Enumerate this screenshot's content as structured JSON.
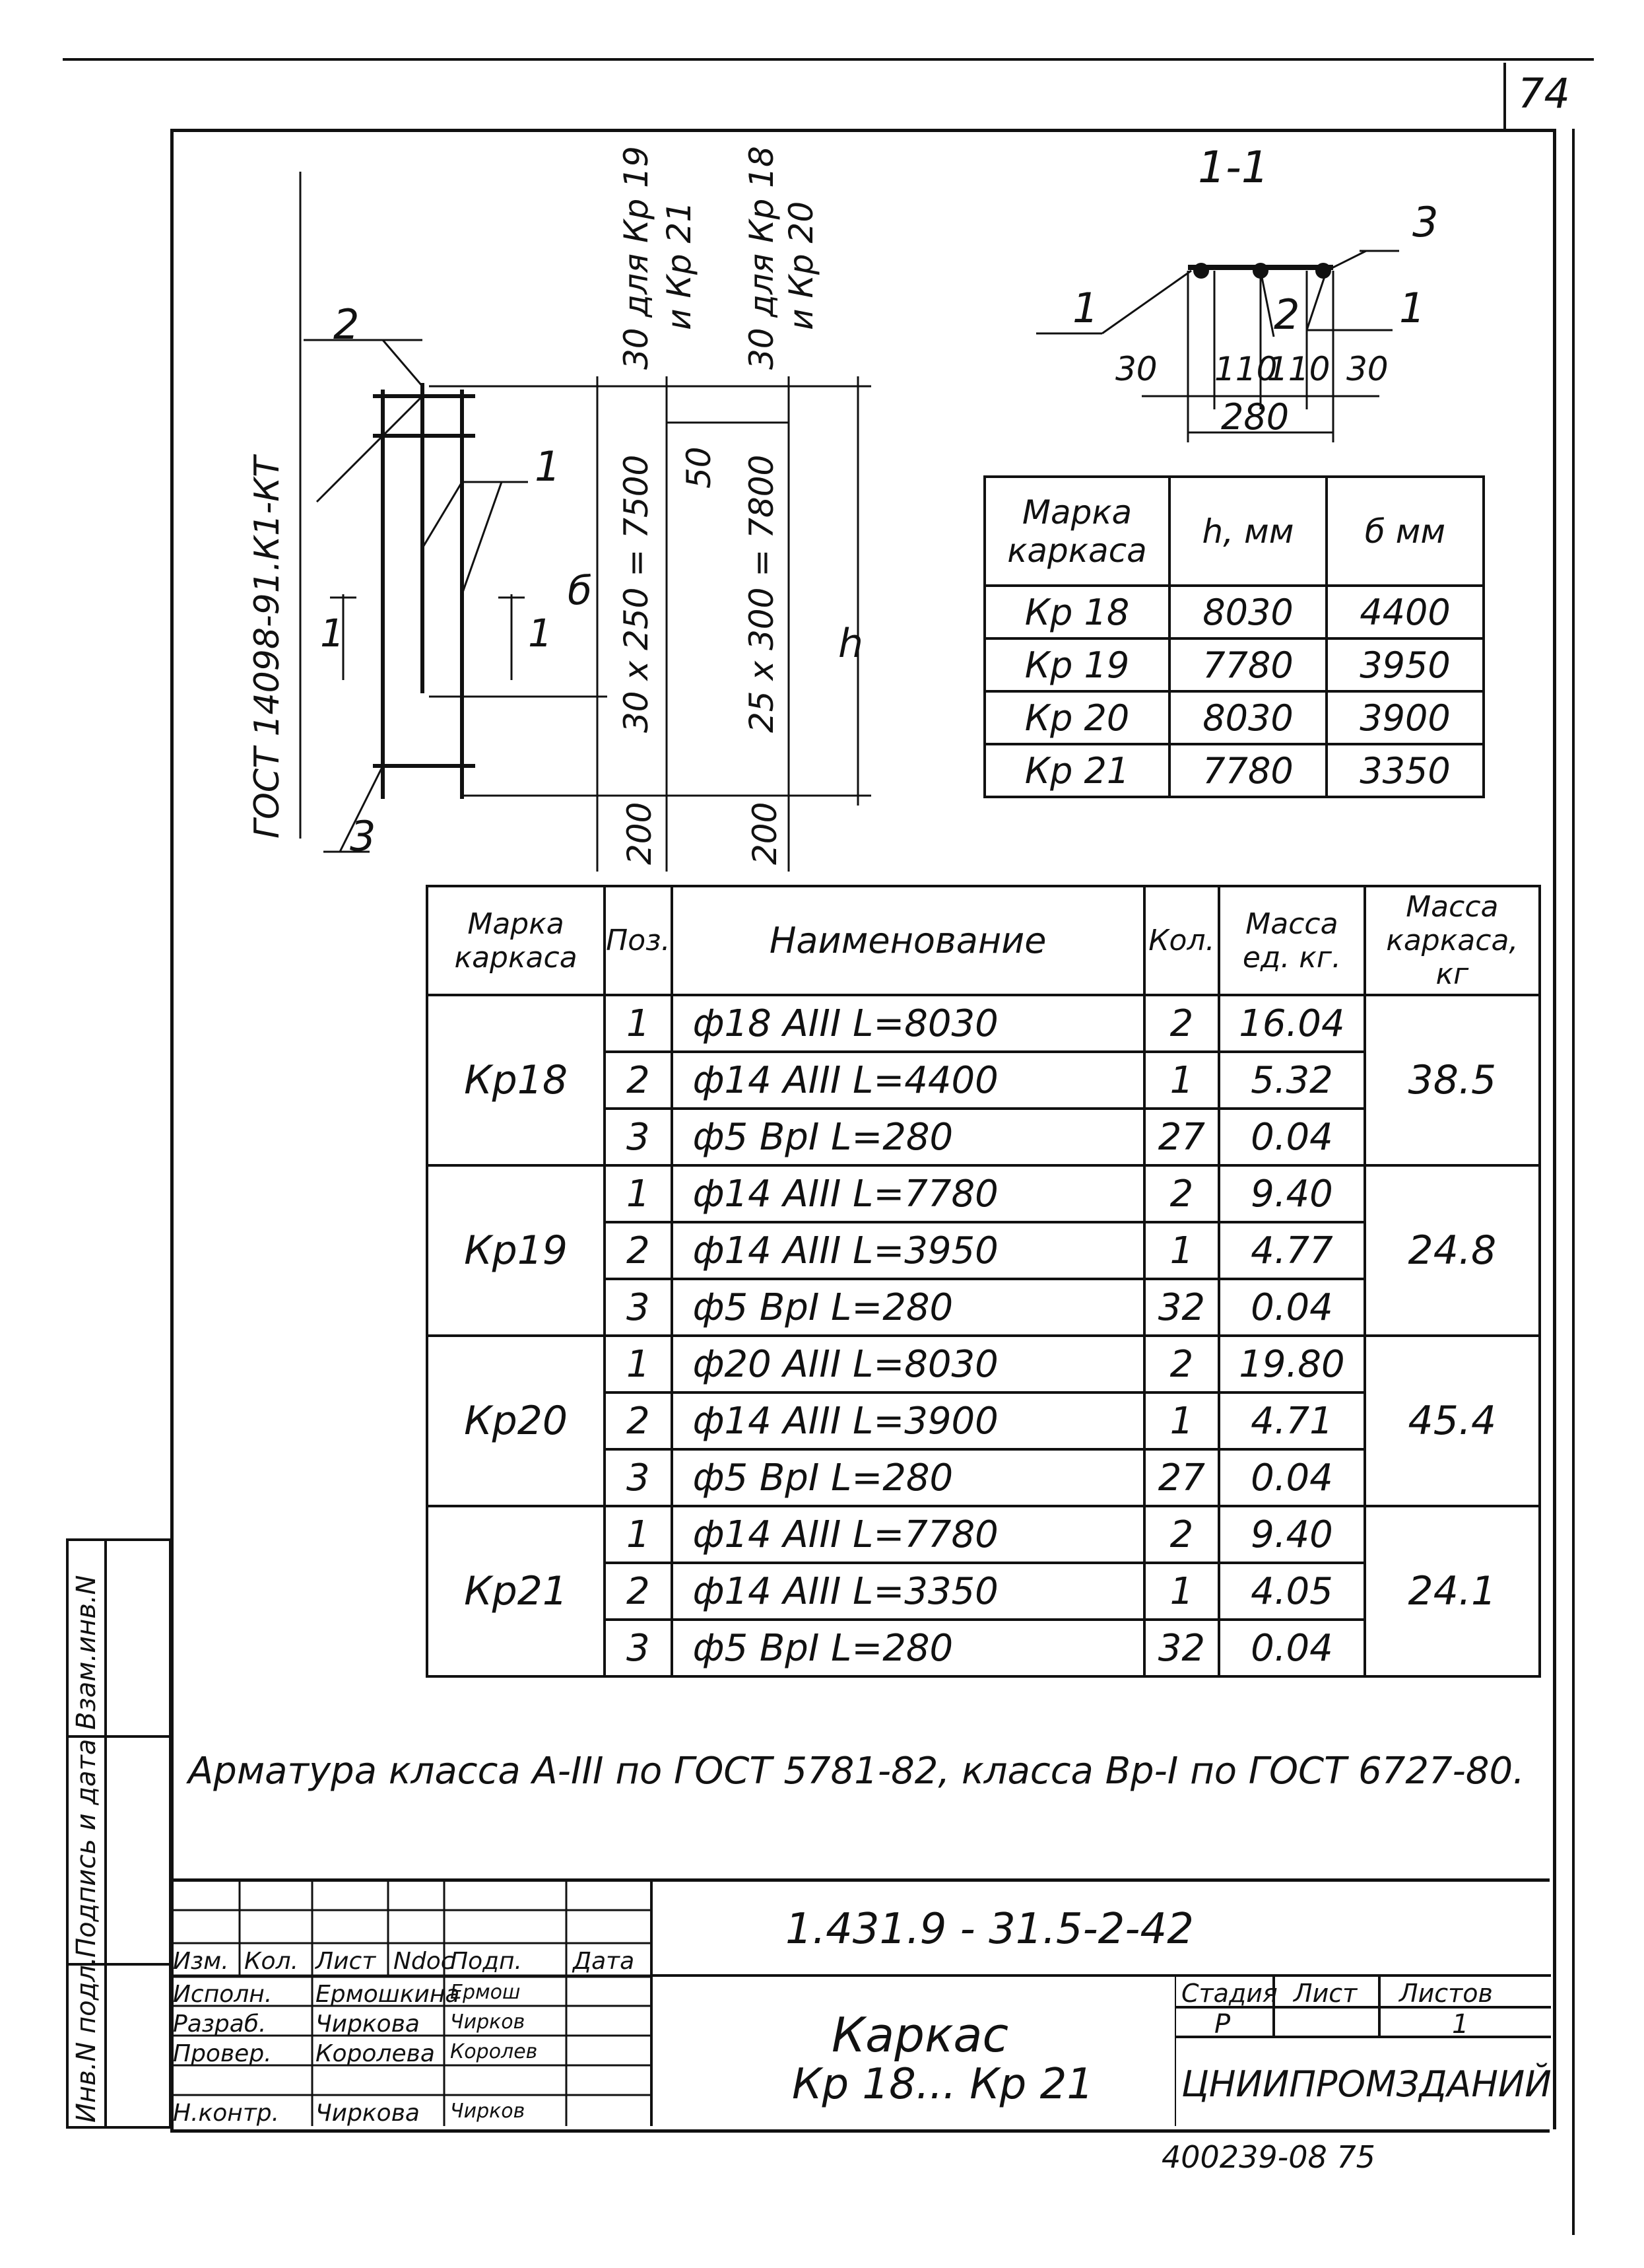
{
  "sheet_number": "74",
  "section_label": "1-1",
  "gost_side": "ГОСТ 14098-91.К1-КТ",
  "elevation": {
    "markers": [
      "2",
      "1",
      "3",
      "1",
      "1",
      "б",
      "h"
    ],
    "dim_top_left": [
      "30 для Кр 19",
      "и Кр 21"
    ],
    "dim_top_right": [
      "30 для Кр 18",
      "и Кр 20"
    ],
    "dim_50": "50",
    "dim_b": "30 х 250 = 7500",
    "dim_h": "25 х 300 = 7800",
    "dim_200_a": "200",
    "dim_200_b": "200"
  },
  "section": {
    "markers": [
      "3",
      "1",
      "2",
      "1"
    ],
    "dims": [
      "30",
      "110",
      "110",
      "30"
    ],
    "total": "280"
  },
  "dims_table": {
    "headers": [
      "Марка каркаса",
      "h, мм",
      "б мм"
    ],
    "rows": [
      [
        "Кр 18",
        "8030",
        "4400"
      ],
      [
        "Кр 19",
        "7780",
        "3950"
      ],
      [
        "Кр 20",
        "8030",
        "3900"
      ],
      [
        "Кр 21",
        "7780",
        "3350"
      ]
    ]
  },
  "spec_table": {
    "headers": [
      "Марка каркаса",
      "Поз.",
      "Наименование",
      "Кол.",
      "Масса ед. кг.",
      "Масса каркаса, кг"
    ],
    "groups": [
      {
        "mark": "Кр18",
        "total": "38.5",
        "rows": [
          [
            "1",
            "ф18 АIII  L=8030",
            "2",
            "16.04"
          ],
          [
            "2",
            "ф14 АIII  L=4400",
            "1",
            "5.32"
          ],
          [
            "3",
            "ф5  ВрI  L=280",
            "27",
            "0.04"
          ]
        ]
      },
      {
        "mark": "Кр19",
        "total": "24.8",
        "rows": [
          [
            "1",
            "ф14 АIII  L=7780",
            "2",
            "9.40"
          ],
          [
            "2",
            "ф14 АIII  L=3950",
            "1",
            "4.77"
          ],
          [
            "3",
            "ф5  ВрI  L=280",
            "32",
            "0.04"
          ]
        ]
      },
      {
        "mark": "Кр20",
        "total": "45.4",
        "rows": [
          [
            "1",
            "ф20 АIII  L=8030",
            "2",
            "19.80"
          ],
          [
            "2",
            "ф14 АIII  L=3900",
            "1",
            "4.71"
          ],
          [
            "3",
            "ф5 ВрI  L=280",
            "27",
            "0.04"
          ]
        ]
      },
      {
        "mark": "Кр21",
        "total": "24.1",
        "rows": [
          [
            "1",
            "ф14 АIII  L=7780",
            "2",
            "9.40"
          ],
          [
            "2",
            "ф14 АIII  L=3350",
            "1",
            "4.05"
          ],
          [
            "3",
            "ф5  ВрI  L=280",
            "32",
            "0.04"
          ]
        ]
      }
    ]
  },
  "note": "Арматура класса А-III по ГОСТ 5781-82, класса Вр-I по ГОСТ 6727-80.",
  "title_block": {
    "doc_code": "1.431.9 - 31.5-2-42",
    "col_headers": [
      "Изм.",
      "Кол.",
      "Лист",
      "Ndoc",
      "Подп.",
      "Дата"
    ],
    "roles": [
      {
        "role": "Исполн.",
        "name": "Ермошкина",
        "sign": "Ермош"
      },
      {
        "role": "Разраб.",
        "name": "Чиркова",
        "sign": "Чирков"
      },
      {
        "role": "Провер.",
        "name": "Королева",
        "sign": "Королев"
      },
      {
        "role": "",
        "name": "",
        "sign": ""
      },
      {
        "role": "Н.контр.",
        "name": "Чиркова",
        "sign": "Чирков"
      }
    ],
    "title_line1": "Каркас",
    "title_line2": "Кр 18... Кр 21",
    "stage_headers": [
      "Стадия",
      "Лист",
      "Листов"
    ],
    "stage_values": [
      "Р",
      "",
      "1"
    ],
    "org": "ЦНИИПРОМЗДАНИЙ"
  },
  "left_strip": [
    "Инв.N подл.",
    "Подпись и дата",
    "Взам.инв.N"
  ],
  "footer": "400239-08  75"
}
